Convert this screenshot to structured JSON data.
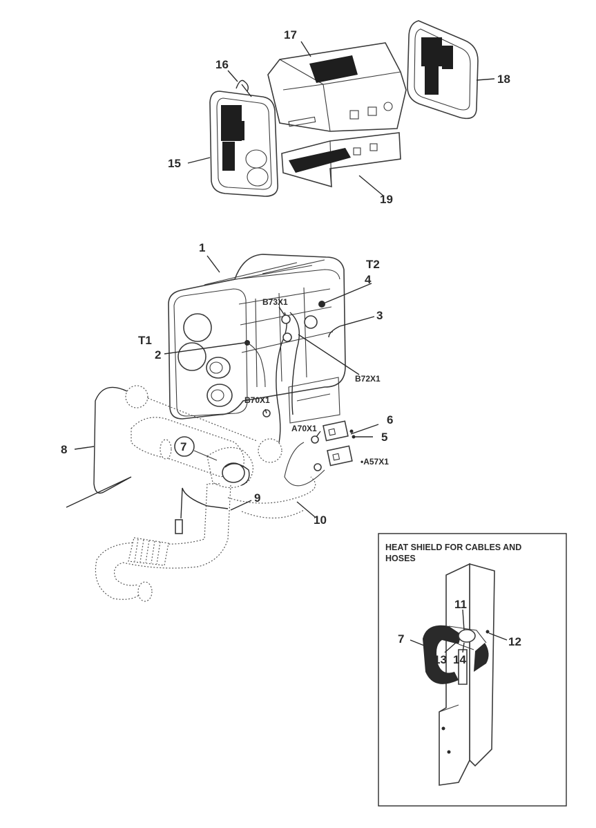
{
  "callouts": {
    "c1": "1",
    "c2": "2",
    "c3": "3",
    "c4": "4",
    "c5": "5",
    "c6": "6",
    "c7": "7",
    "c8": "8",
    "c9": "9",
    "c10": "10",
    "c11": "11",
    "c12": "12",
    "c13": "13",
    "c14": "14",
    "c15": "15",
    "c16": "16",
    "c17": "17",
    "c18": "18",
    "c19": "19",
    "c7b": "7",
    "t1": "T1",
    "t2": "T2"
  },
  "connectors": {
    "b73": "B73X1",
    "b72": "B72X1",
    "b70": "B70X1",
    "a70": "A70X1",
    "a57": "•A57X1"
  },
  "inset": {
    "title_line1": "HEAT SHIELD FOR CABLES AND",
    "title_line2": "HOSES"
  },
  "colors": {
    "line": "#2a2a2a",
    "background": "#ffffff"
  }
}
